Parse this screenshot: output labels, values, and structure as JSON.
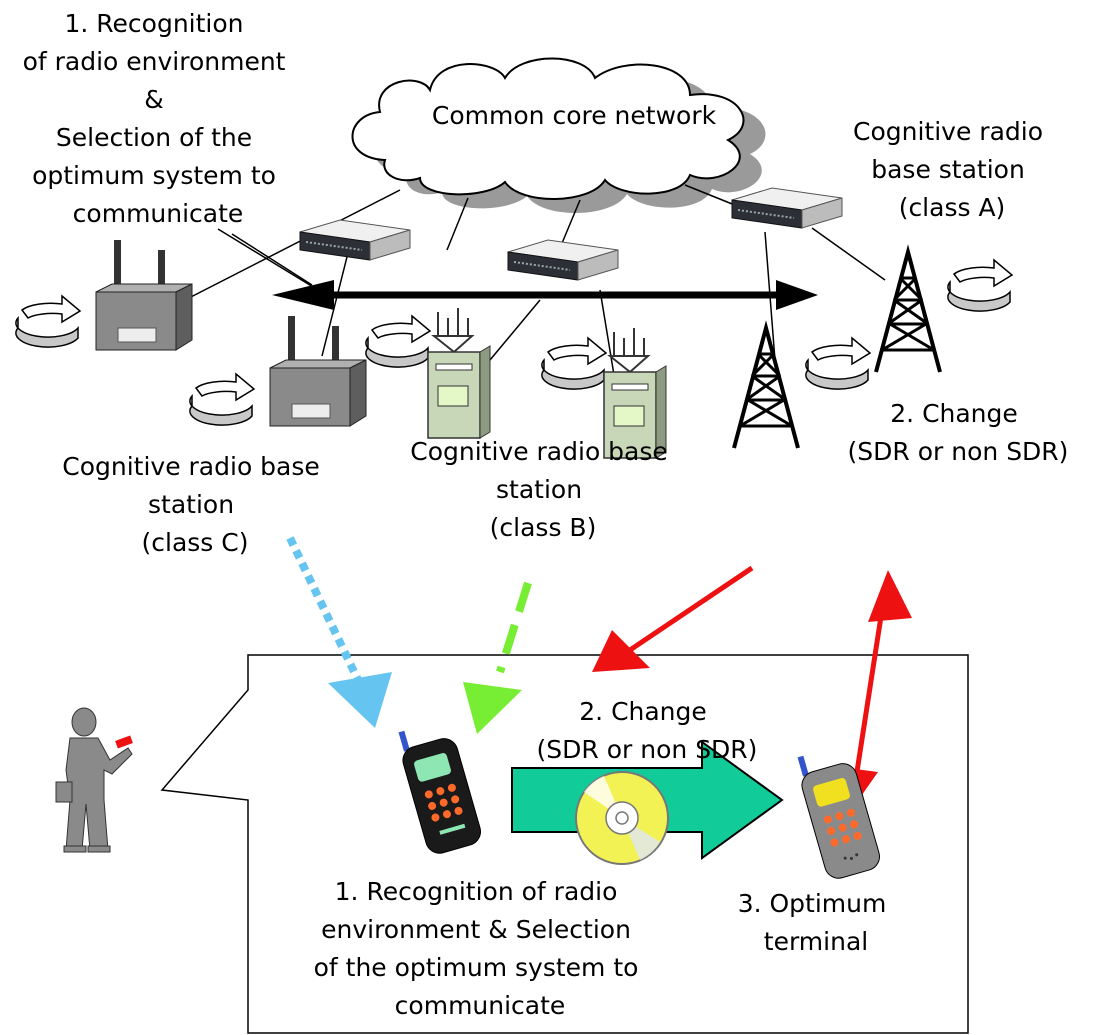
{
  "labels": {
    "top_left": [
      "1. Recognition",
      "of radio environment",
      "&",
      "Selection of the",
      "optimum system to",
      "communicate"
    ],
    "cloud": "Common core network",
    "class_a": [
      "Cognitive radio",
      "base station",
      "(class A)"
    ],
    "change_top": [
      "2. Change",
      "(SDR or non SDR)"
    ],
    "class_c": [
      "Cognitive radio base",
      "station",
      "(class C)"
    ],
    "class_b": [
      "Cognitive radio base",
      "station",
      "(class B)"
    ],
    "change_bubble": [
      "2. Change",
      "(SDR or non SDR)"
    ],
    "recognition_bubble": [
      "1. Recognition of radio",
      "environment & Selection",
      "of the optimum system to",
      "communicate"
    ],
    "optimum": [
      "3. Optimum",
      "terminal"
    ]
  },
  "colors": {
    "cyan_link": "#66c4f0",
    "green_link": "#77ee33",
    "red_link": "#ee1111",
    "teal_arrow": "#11cc99",
    "cd_yellow": "#f2f255",
    "router_gray": "#8a8a8a",
    "cabinet_green": "#c9d7b9"
  },
  "icons": [
    "cloud-icon",
    "server-icon",
    "wireless-router-icon",
    "antenna-tower-icon",
    "radio-cabinet-icon",
    "rotation-arrow-icon",
    "cell-phone-icon",
    "cd-icon",
    "person-icon"
  ]
}
